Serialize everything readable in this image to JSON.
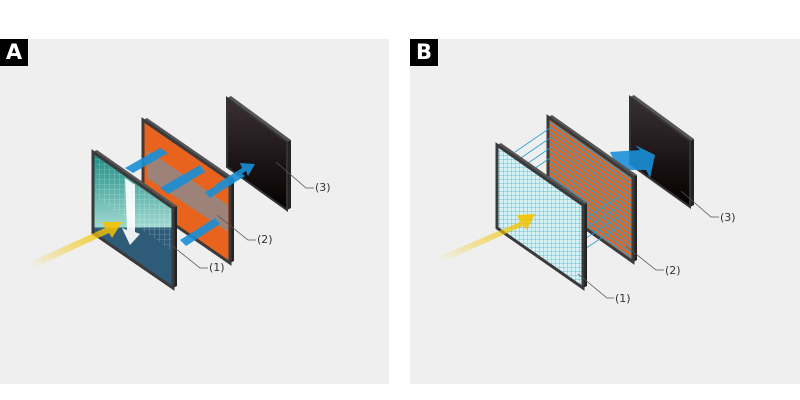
{
  "panels": [
    {
      "tag": "A",
      "labels": [
        "(1)",
        "(2)",
        "(3)"
      ]
    },
    {
      "tag": "B",
      "labels": [
        "(1)",
        "(2)",
        "(3)"
      ]
    }
  ],
  "colors": {
    "light": "#f5c400",
    "beam": "#1a8fd6",
    "orange": "#e8641e",
    "frame": "#3a3a3c",
    "sensor": "#1a1414"
  }
}
